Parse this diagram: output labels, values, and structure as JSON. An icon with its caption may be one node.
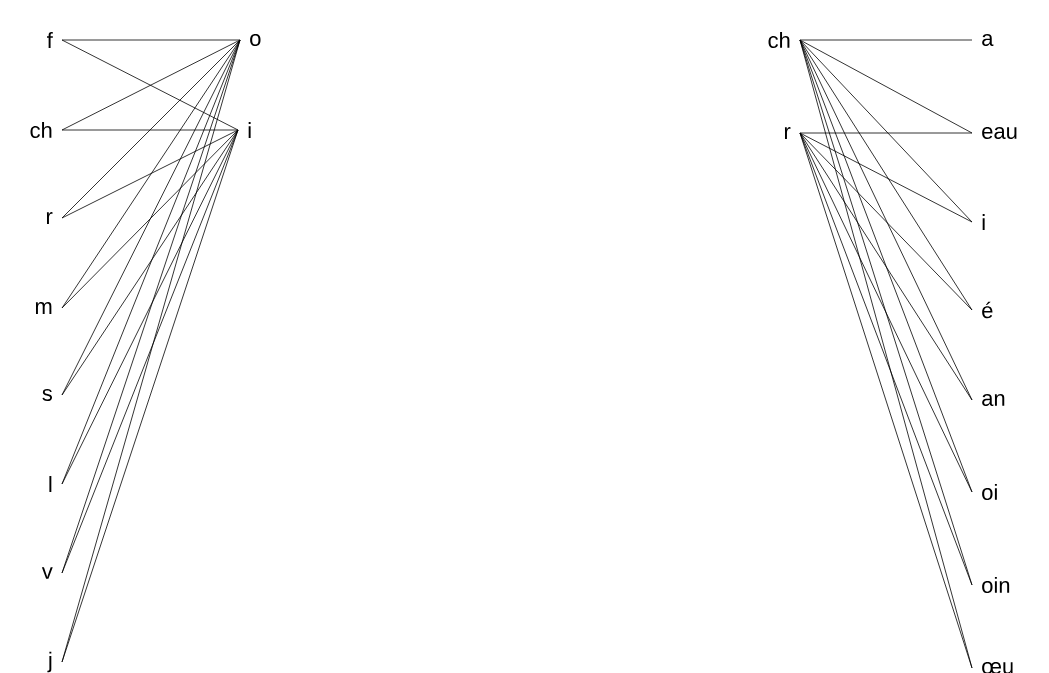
{
  "diagram": {
    "nodes": [
      {
        "text": [
          "f"
        ]
      },
      {
        "text": [
          "ch"
        ]
      },
      {
        "text": [
          "r"
        ]
      },
      {
        "text": [
          "m"
        ]
      },
      {
        "text": [
          "s"
        ]
      },
      {
        "text": [
          "l"
        ]
      },
      {
        "text": [
          "v"
        ]
      },
      {
        "text": [
          "j"
        ]
      },
      {
        "text": [
          "o"
        ]
      },
      {
        "text": [
          "i"
        ]
      },
      {
        "text": [
          "ch"
        ]
      },
      {
        "text": [
          "r"
        ]
      },
      {
        "text": [
          "a"
        ]
      },
      {
        "text": [
          "eau"
        ]
      },
      {
        "text": [
          "i"
        ]
      },
      {
        "text": [
          "é"
        ]
      },
      {
        "text": [
          "an"
        ]
      },
      {
        "text": [
          "oi"
        ]
      },
      {
        "text": [
          "oin"
        ]
      },
      {
        "text": [
          "œu"
        ]
      }
    ],
    "edges": [
      {
        "from": 0,
        "to": 8,
        "arrow": "none"
      },
      {
        "from": 0,
        "to": 9,
        "arrow": "none"
      },
      {
        "from": 1,
        "to": 8,
        "arrow": "none"
      },
      {
        "from": 1,
        "to": 9,
        "arrow": "none"
      },
      {
        "from": 2,
        "to": 8,
        "arrow": "none"
      },
      {
        "from": 2,
        "to": 9,
        "arrow": "none"
      },
      {
        "from": 3,
        "to": 8,
        "arrow": "none"
      },
      {
        "from": 3,
        "to": 9,
        "arrow": "none"
      },
      {
        "from": 4,
        "to": 8,
        "arrow": "none"
      },
      {
        "from": 4,
        "to": 9,
        "arrow": "none"
      },
      {
        "from": 5,
        "to": 8,
        "arrow": "none"
      },
      {
        "from": 5,
        "to": 9,
        "arrow": "none"
      },
      {
        "from": 6,
        "to": 8,
        "arrow": "none"
      },
      {
        "from": 6,
        "to": 9,
        "arrow": "none"
      },
      {
        "from": 7,
        "to": 8,
        "arrow": "none"
      },
      {
        "from": 7,
        "to": 9,
        "arrow": "none"
      },
      {
        "from": 10,
        "to": 12,
        "arrow": "none"
      },
      {
        "from": 10,
        "to": 13,
        "arrow": "none"
      },
      {
        "from": 10,
        "to": 14,
        "arrow": "none"
      },
      {
        "from": 10,
        "to": 15,
        "arrow": "none"
      },
      {
        "from": 10,
        "to": 16,
        "arrow": "none"
      },
      {
        "from": 10,
        "to": 17,
        "arrow": "none"
      },
      {
        "from": 10,
        "to": 18,
        "arrow": "none"
      },
      {
        "from": 10,
        "to": 19,
        "arrow": "none"
      },
      {
        "from": 11,
        "to": 13,
        "arrow": "none"
      },
      {
        "from": 11,
        "to": 14,
        "arrow": "none"
      },
      {
        "from": 11,
        "to": 15,
        "arrow": "none"
      },
      {
        "from": 11,
        "to": 16,
        "arrow": "none"
      },
      {
        "from": 11,
        "to": 17,
        "arrow": "none"
      },
      {
        "from": 11,
        "to": 18,
        "arrow": "none"
      },
      {
        "from": 11,
        "to": 19,
        "arrow": "none"
      }
    ]
  }
}
